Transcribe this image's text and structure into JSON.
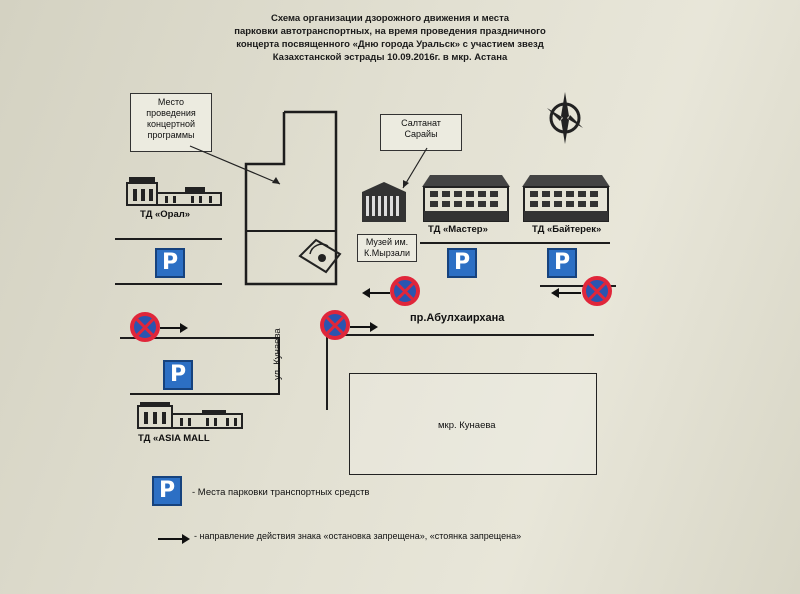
{
  "title_lines": [
    "Схема организации дзорожного движения и места",
    "парковки автотранспортных, на время проведения праздничного",
    "концерта посвященного «Дню города Уральск» с участием звезд",
    "Казахстанской эстрады 10.09.2016г. в мкр. Астана"
  ],
  "callouts": {
    "concert": [
      "Место",
      "проведения",
      "концертной",
      "программы"
    ],
    "saltanat": [
      "Салтанат",
      "Сарайы"
    ],
    "museum": [
      "Музей им.",
      "К.Мырзали"
    ]
  },
  "labels": {
    "td_oral": "ТД «Орал»",
    "td_master": "ТД «Мастер»",
    "td_baiterek": "ТД «Байтерек»",
    "td_asia": "ТД «ASIA MALL",
    "street_abulkhair": "пр.Абулхаирхана",
    "street_kunaev": "ул. Кунаева",
    "district": "мкр. Кунаева"
  },
  "parking_sign_letter": "P",
  "legend": {
    "parking": "- Места парковки транспортных средств",
    "arrow": "- направление действия знака «остановка запрещена», «стоянка запрещена»"
  },
  "colors": {
    "parking_blue": "#2c6fc4",
    "prohibition_red": "#e0263a",
    "prohibition_blue": "#2a55b0"
  }
}
